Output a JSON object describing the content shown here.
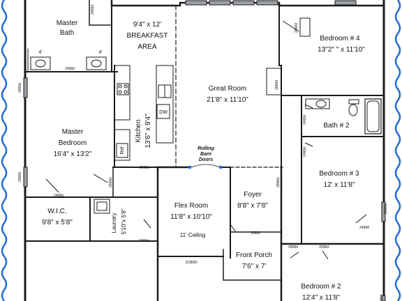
{
  "colors": {
    "border": "#1f6fd0",
    "wall": "#1a1a1a",
    "paper": "#ffffff"
  },
  "rooms": {
    "master_bath": {
      "name_1": "Master",
      "name_2": "Bath"
    },
    "breakfast": {
      "size": "9'4\" x 12'",
      "name_1": "BREAKFAST",
      "name_2": "AREA"
    },
    "bedroom4": {
      "name": "Bedroom # 4",
      "size": "13\"2\" \" x 11'10\""
    },
    "great_room": {
      "name": "Great Room",
      "size": "21'8\" x 11'10\""
    },
    "bath2": {
      "name": "Bath # 2"
    },
    "master_bedroom": {
      "name_1": "Master",
      "name_2": "Bedroom",
      "size": "16'4\" x 13'2\""
    },
    "kitchen": {
      "name": "Kitchen",
      "size": "13'6\" x 9'4\""
    },
    "bedroom3": {
      "name": "Bedroom # 3",
      "size": "12' x 11'8\""
    },
    "wic": {
      "name": "W.I.C.",
      "size": "9'8\" x 5'8\""
    },
    "laundry": {
      "name": "Laundry",
      "size": "5'10\"x 5'8\""
    },
    "flex": {
      "name": "Flex Room",
      "size": "11'8\" x 10'10\"",
      "note": "11' Ceiling"
    },
    "foyer": {
      "name": "Foyer",
      "size": "8'8\" x 7'8\""
    },
    "porch": {
      "name": "Front Porch",
      "size": "7'6\" x 7'"
    },
    "bedroom2": {
      "name": "Bedroom # 2",
      "size": "12'4\" x 11'8\""
    }
  },
  "fixtures": {
    "dw": "DW",
    "ref": "Ref",
    "vanity_left": "4'",
    "vanity_right": "4'"
  },
  "barn_doors": {
    "line_1": "Rolling",
    "line_2": "Barn",
    "line_3": "Doors"
  },
  "door_tags": {
    "d1": "2468d",
    "d2": "2668d",
    "d3": "2868d",
    "d4": "2468d",
    "d5": "2868d",
    "d6": "2668d",
    "d7": "2668d",
    "d8": "2868d",
    "d9": "3068d",
    "d10": "2868d",
    "d11": "2868d",
    "d12": "2468d",
    "d13": "2468d",
    "d14": "2868d",
    "d15": "2(2868)",
    "d16": "2468d",
    "d17": "3068d",
    "d18": "3068d",
    "d19": "2868d",
    "d20": "2868d",
    "d21": "2868d"
  }
}
